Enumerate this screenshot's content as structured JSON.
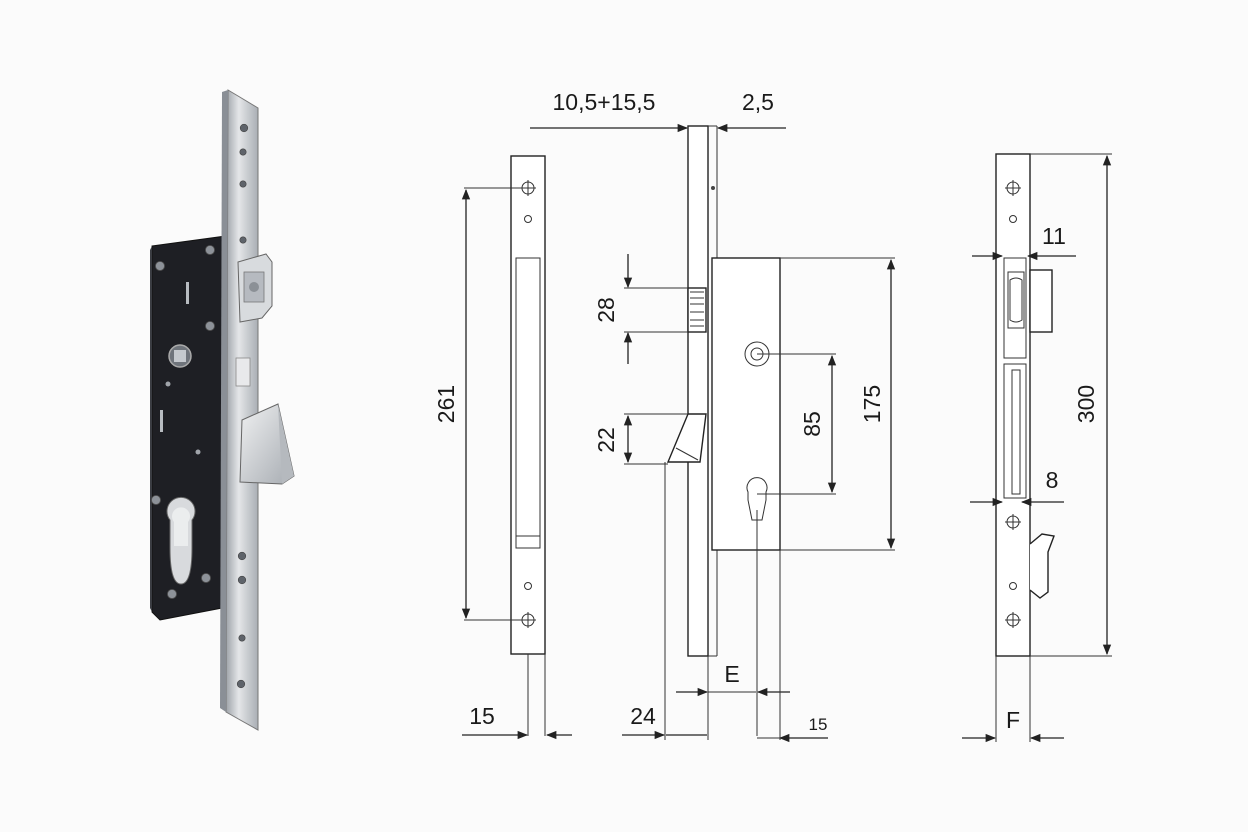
{
  "dimensions": {
    "backset_range": "10,5+15,5",
    "faceplate_thickness": "2,5",
    "faceplate_hole_span": "261",
    "faceplate_width": "15",
    "latch_height": "28",
    "hook_height": "22",
    "center_distance": "85",
    "case_height": "175",
    "case_depth": "24",
    "backset_label": "E",
    "cylinder_offset": "15",
    "side_offset_top": "11",
    "side_offset_bottom": "8",
    "faceplate_length": "300",
    "front_width_label": "F"
  },
  "colors": {
    "line": "#222222",
    "case_body": "#1e1f24",
    "steel": "#c9ccd0",
    "background": "#fbfbfb"
  }
}
